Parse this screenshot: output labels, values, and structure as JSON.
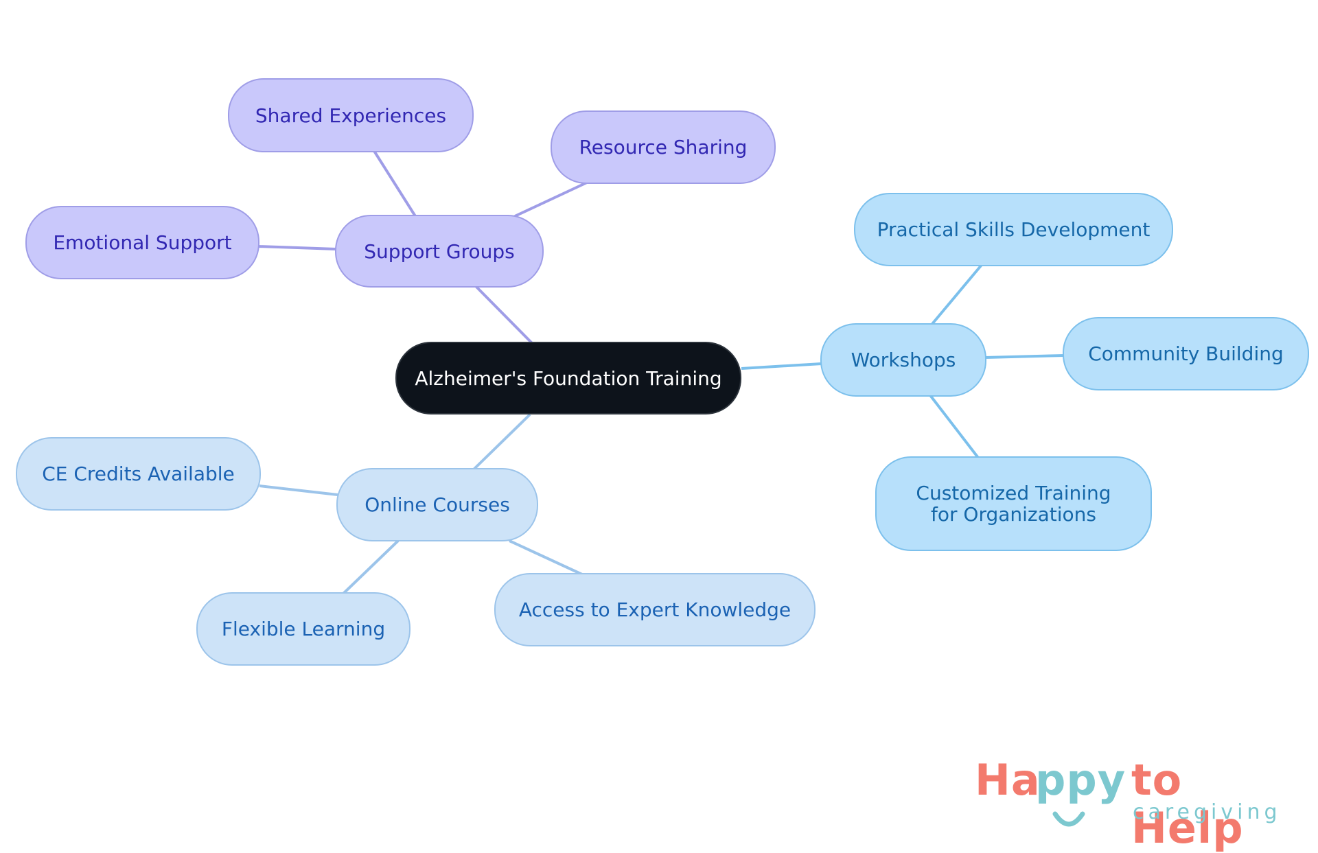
{
  "diagram": {
    "type": "mind-map",
    "root": "Alzheimer's Foundation Training",
    "branches": [
      {
        "label": "Support Groups",
        "children": [
          "Shared Experiences",
          "Resource Sharing",
          "Emotional Support"
        ]
      },
      {
        "label": "Workshops",
        "children": [
          "Practical Skills Development",
          "Community Building",
          "Customized Training for Organizations"
        ]
      },
      {
        "label": "Online Courses",
        "children": [
          "CE Credits Available",
          "Flexible Learning",
          "Access to Expert Knowledge"
        ]
      }
    ]
  },
  "colors": {
    "root_fill": "#0d131b",
    "support_fill": "#c9c8fb",
    "support_edge": "#9f9de7",
    "workshops_fill": "#b7e0fb",
    "workshops_edge": "#7cc0ec",
    "online_fill": "#cde3f8",
    "online_edge": "#9cc4ea",
    "logo_coral": "#f37a6d",
    "logo_teal": "#7cc8cf"
  },
  "logo": {
    "word1_a": "Ha",
    "word1_b": "ppy",
    "word2": "to Help",
    "tagline": "caregiving"
  }
}
